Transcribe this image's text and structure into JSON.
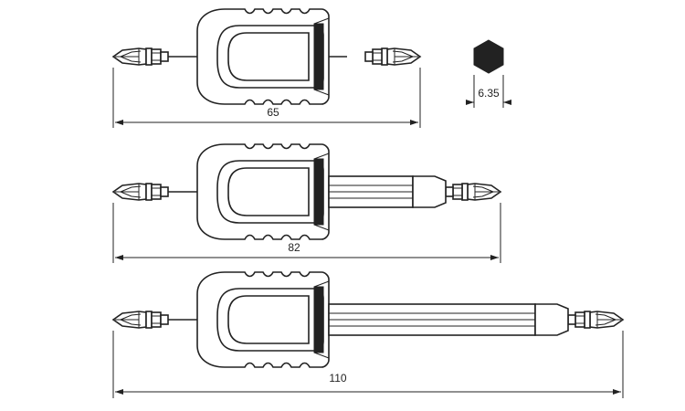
{
  "drawings": [
    {
      "id": "bit-65",
      "length_label": "65"
    },
    {
      "id": "bit-82",
      "length_label": "82"
    },
    {
      "id": "bit-110",
      "length_label": "110"
    }
  ],
  "hex_section": {
    "width_label": "6.35",
    "shape": "hexagon-icon"
  },
  "colors": {
    "line": "#222222",
    "background": "#ffffff"
  }
}
